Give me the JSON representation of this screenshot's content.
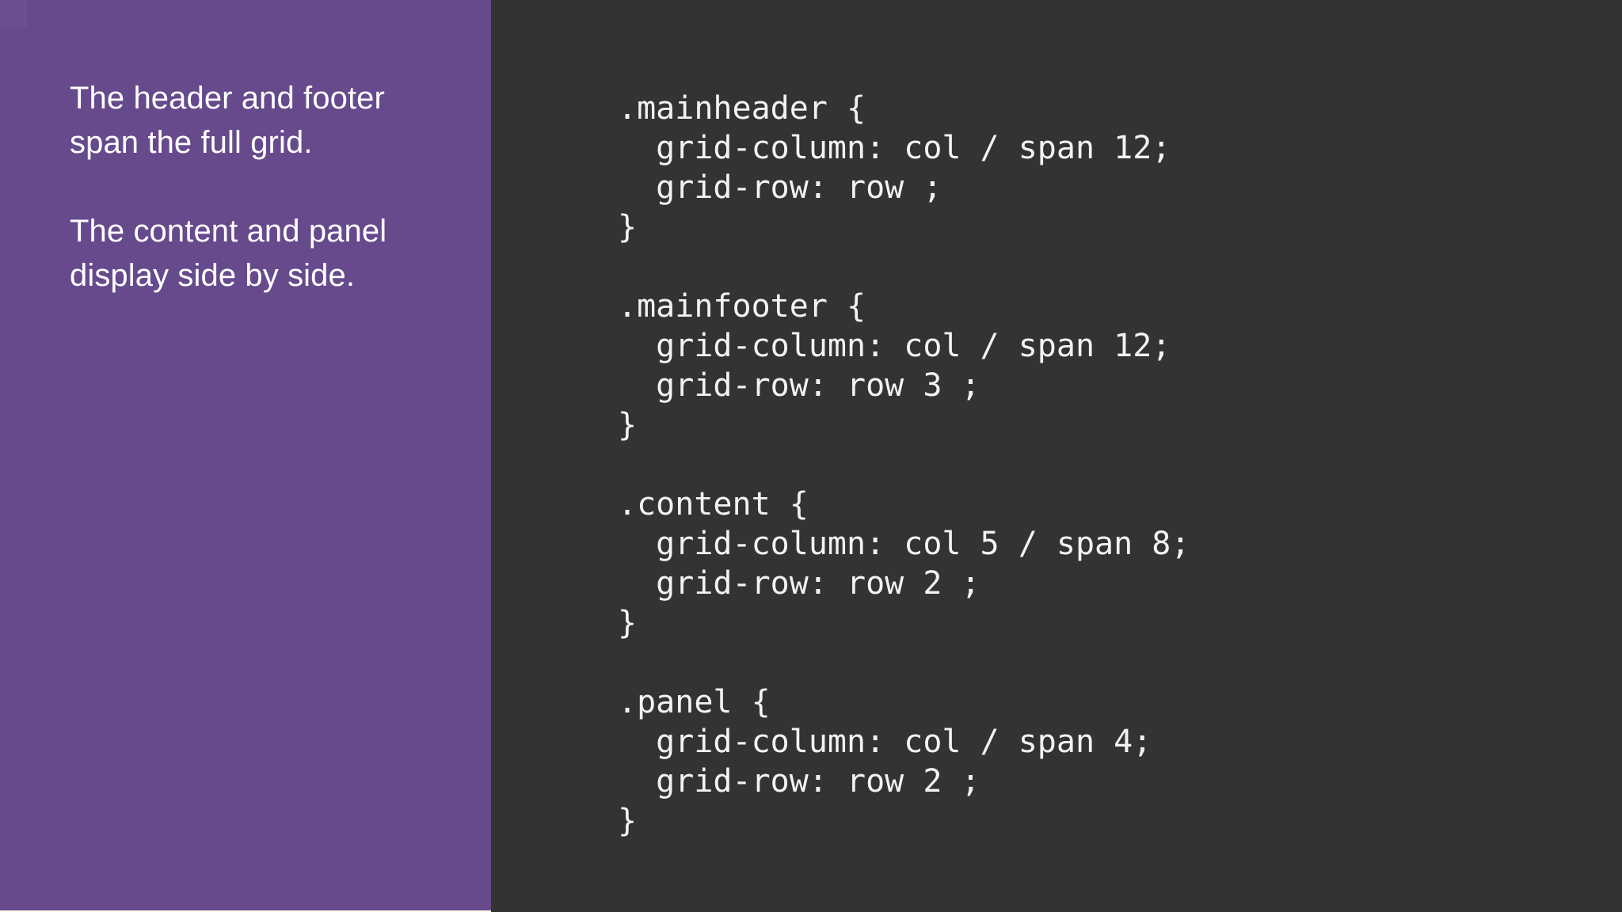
{
  "slide": {
    "background_color": "#333333",
    "accent_color": "#664a8c",
    "code_text_color": "#f2f2f2",
    "note_text_color": "#ffffff",
    "strip_color": "#fdf8e8"
  },
  "notes": {
    "paragraphs": [
      "The header and footer span the full grid.",
      "The content and panel display side by side."
    ]
  },
  "code": {
    "language": "css",
    "blocks": [
      {
        "selector": ".mainheader",
        "lines": [
          ".mainheader {",
          "  grid-column: col / span 12;",
          "  grid-row: row ;",
          "}"
        ]
      },
      {
        "selector": ".mainfooter",
        "lines": [
          ".mainfooter {",
          "  grid-column: col / span 12;",
          "  grid-row: row 3 ;",
          "}"
        ]
      },
      {
        "selector": ".content",
        "lines": [
          ".content {",
          "  grid-column: col 5 / span 8;",
          "  grid-row: row 2 ;",
          "}"
        ]
      },
      {
        "selector": ".panel",
        "lines": [
          ".panel {",
          "  grid-column: col / span 4;",
          "  grid-row: row 2 ;",
          "}"
        ]
      }
    ]
  }
}
